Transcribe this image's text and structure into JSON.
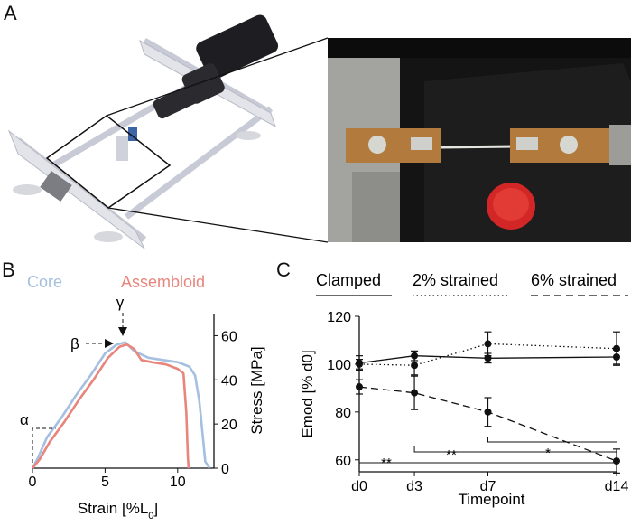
{
  "panels": {
    "a": {
      "letter": "A"
    },
    "b": {
      "letter": "B"
    },
    "c": {
      "letter": "C"
    }
  },
  "colors": {
    "core": "#a4bfdf",
    "assembloid": "#e8857c",
    "axis": "#111111"
  },
  "chart_data": [
    {
      "panel": "B",
      "type": "line",
      "legend": [
        "Core",
        "Assembloid"
      ],
      "xlabel": "Strain [%L",
      "xlabel_sub": "0",
      "xlabel_end": "]",
      "ylabel": "Stress [MPa]",
      "xlim": [
        0,
        12.5
      ],
      "ylim": [
        0,
        70
      ],
      "xticks": [
        0,
        5,
        10
      ],
      "yticks": [
        0,
        20,
        40,
        60
      ],
      "annotations": [
        "α",
        "β",
        "γ"
      ],
      "series": [
        {
          "name": "Core",
          "x": [
            0,
            0.4,
            1.0,
            2.0,
            3.0,
            4.0,
            5.0,
            5.8,
            6.4,
            7.0,
            8.0,
            9.0,
            10.0,
            10.8,
            11.2,
            11.5,
            11.9,
            12.2
          ],
          "y": [
            0,
            5,
            14,
            23,
            33,
            42,
            52,
            56,
            57,
            53,
            50,
            49,
            48,
            46,
            42,
            30,
            3,
            0
          ]
        },
        {
          "name": "Assembloid",
          "x": [
            0,
            0.5,
            1.2,
            2.2,
            3.2,
            4.2,
            5.2,
            6.0,
            6.5,
            7.0,
            7.5,
            8.2,
            9.2,
            10.0,
            10.4,
            10.6,
            10.7,
            10.75
          ],
          "y": [
            0,
            4,
            12,
            21,
            31,
            40,
            50,
            55,
            56,
            54,
            49,
            48,
            47,
            45,
            43,
            25,
            5,
            0
          ]
        }
      ]
    },
    {
      "panel": "C",
      "type": "line",
      "xlabel": "Timepoint",
      "ylabel": "Emod [% d0]",
      "categories": [
        "d0",
        "d3",
        "d7",
        "d14"
      ],
      "x": [
        0,
        3,
        7,
        14
      ],
      "ylim": [
        55,
        120
      ],
      "yticks": [
        60,
        80,
        100,
        120
      ],
      "series": [
        {
          "name": "Clamped",
          "style": "solid",
          "values": [
            100.5,
            103.5,
            102.5,
            103
          ],
          "err": [
            3,
            2,
            2,
            3
          ]
        },
        {
          "name": "2% strained",
          "style": "dotted",
          "values": [
            100,
            99.5,
            108.5,
            106.5
          ],
          "err": [
            2,
            4,
            5,
            7
          ]
        },
        {
          "name": "6% strained",
          "style": "dashed",
          "values": [
            90.5,
            88,
            80,
            59.5
          ],
          "err": [
            3,
            7,
            6,
            5
          ]
        }
      ],
      "significance": [
        "**",
        "**",
        "*"
      ]
    }
  ]
}
